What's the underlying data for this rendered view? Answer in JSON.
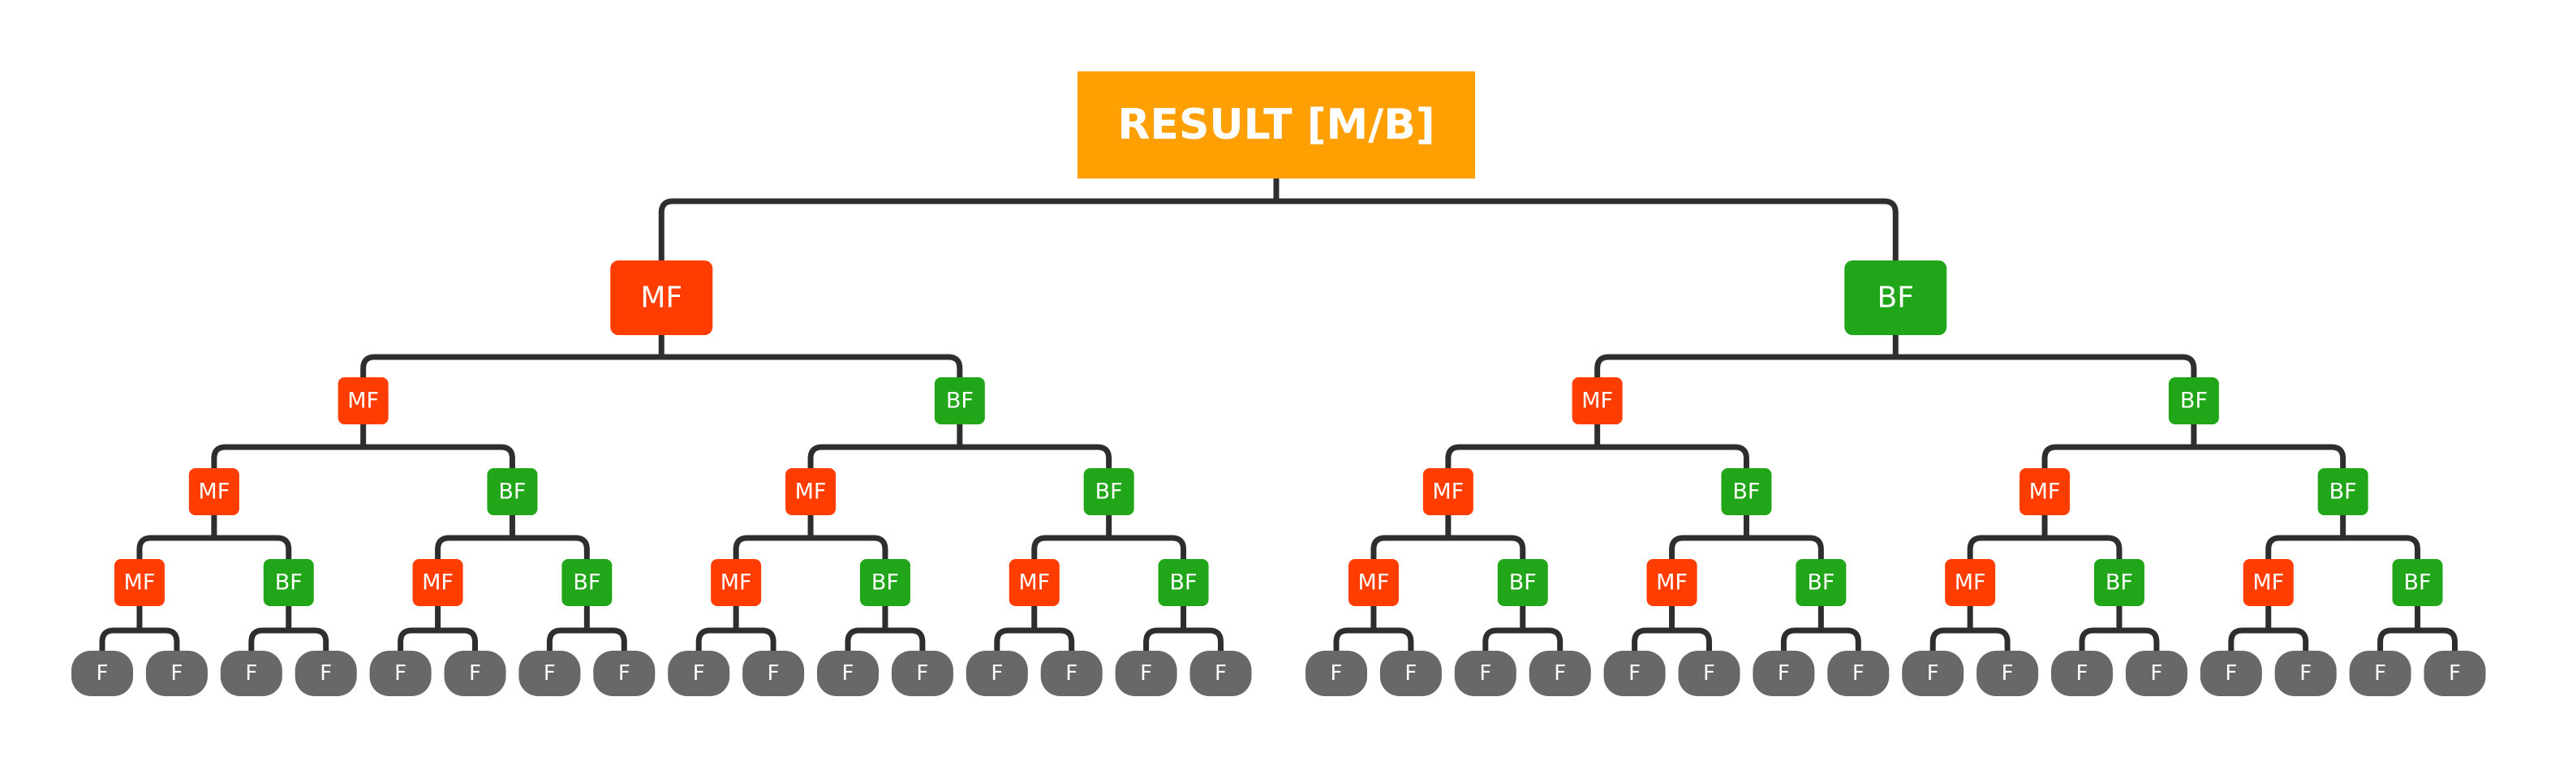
{
  "root": {
    "label": "RESULT [M/B]"
  },
  "types": {
    "MF": {
      "label": "MF",
      "color": "#ff3d00"
    },
    "BF": {
      "label": "BF",
      "color": "#22a619"
    },
    "F": {
      "label": "F",
      "color": "#686868"
    }
  },
  "root_color": "#ffa000",
  "edge_color": "#2e2e2e",
  "levels": [
    [
      "MF",
      "BF"
    ],
    [
      "MF",
      "BF",
      "MF",
      "BF"
    ],
    [
      "MF",
      "BF",
      "MF",
      "BF",
      "MF",
      "BF",
      "MF",
      "BF"
    ],
    [
      "MF",
      "BF",
      "MF",
      "BF",
      "MF",
      "BF",
      "MF",
      "BF",
      "MF",
      "BF",
      "MF",
      "BF",
      "MF",
      "BF",
      "MF",
      "BF"
    ],
    [
      "F",
      "F",
      "F",
      "F",
      "F",
      "F",
      "F",
      "F",
      "F",
      "F",
      "F",
      "F",
      "F",
      "F",
      "F",
      "F",
      "F",
      "F",
      "F",
      "F",
      "F",
      "F",
      "F",
      "F",
      "F",
      "F",
      "F",
      "F",
      "F",
      "F",
      "F",
      "F"
    ]
  ]
}
